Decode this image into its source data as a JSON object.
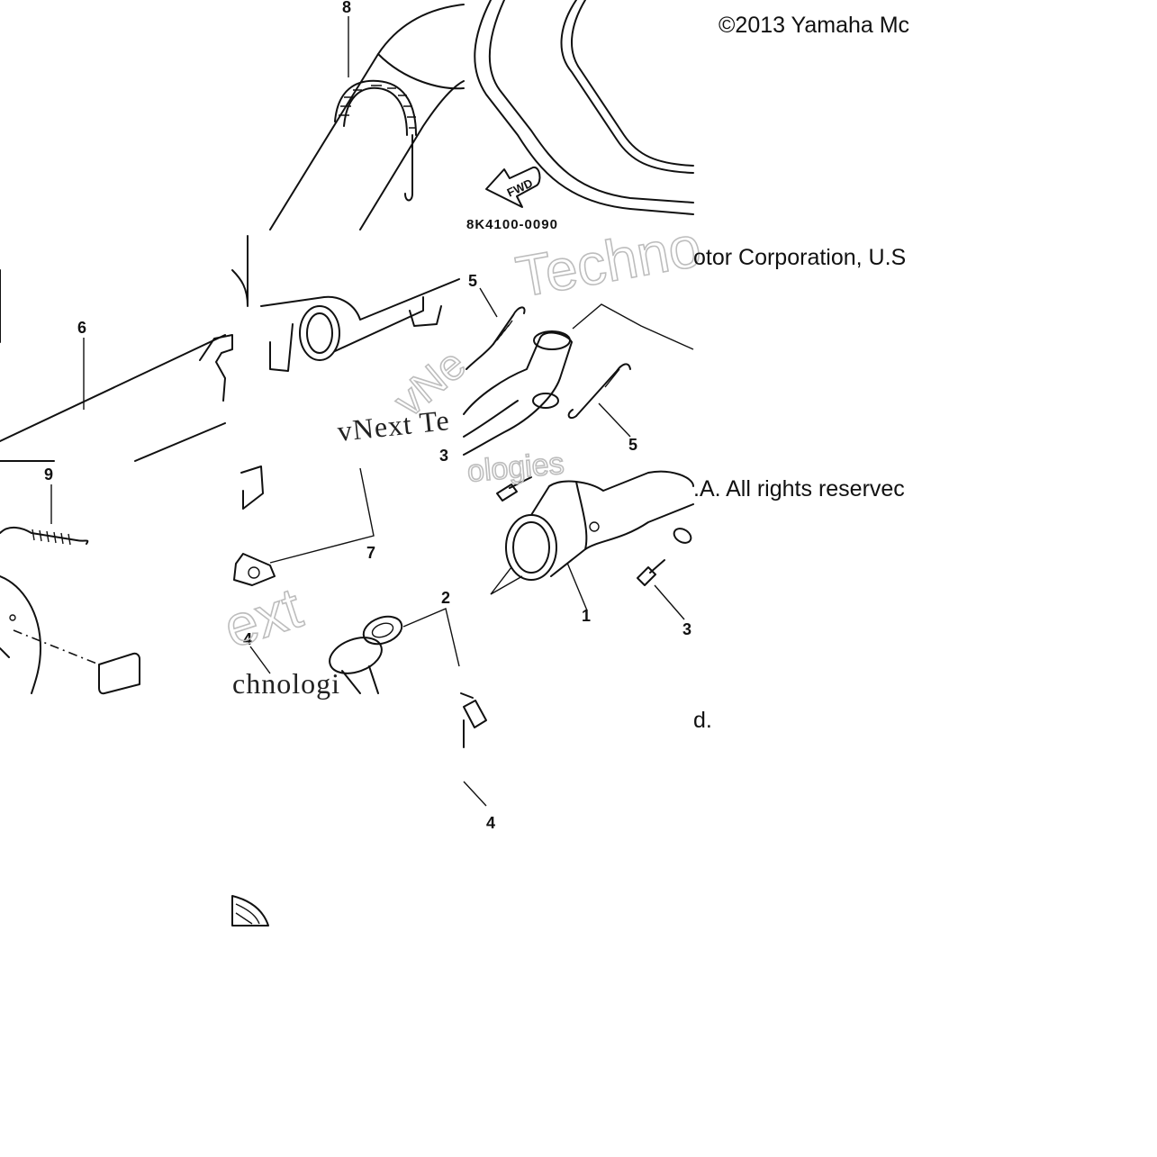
{
  "diagram_code": "8K4100-0090",
  "direction_label": "FWD",
  "callouts": {
    "c1": "1",
    "c2": "2",
    "c3a": "3",
    "c3b": "3",
    "c4a": "4",
    "c4b": "4",
    "c5a": "5",
    "c5b": "5",
    "c6": "6",
    "c7": "7",
    "c8": "8",
    "c9": "9"
  },
  "copyright": {
    "line1": "©2013 Yamaha Mc",
    "line2": "otor Corporation, U.S",
    "line3": ".A. All rights reservec",
    "line4": "d."
  },
  "watermark": {
    "text1": "Techno",
    "text2": "vNext Te",
    "text3": "ext",
    "text4": "chnologi",
    "text5": "ologies",
    "text6": "vNe"
  }
}
